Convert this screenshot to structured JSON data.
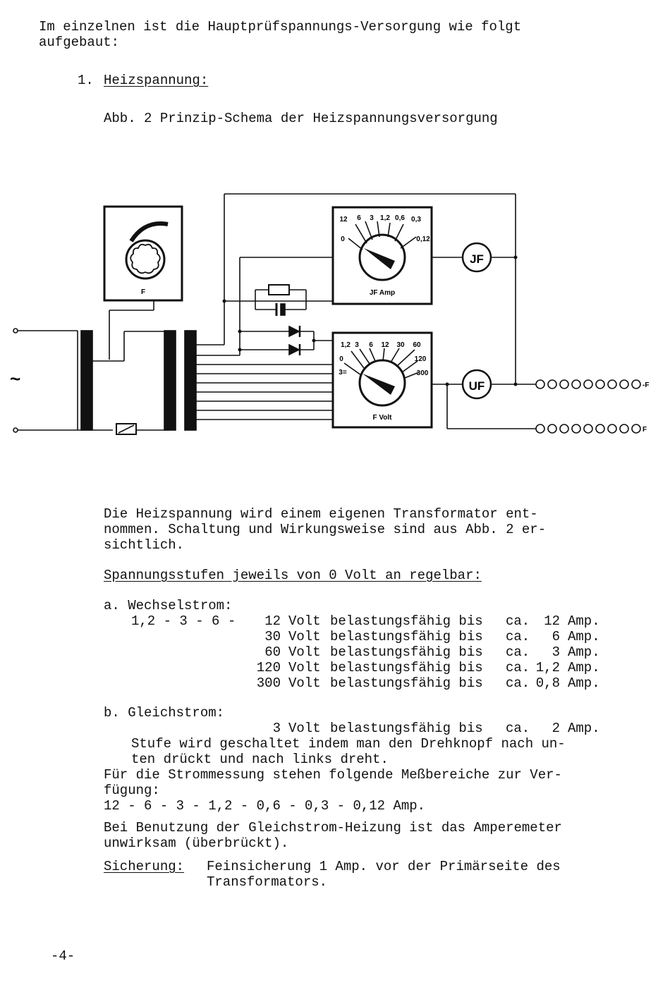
{
  "intro": [
    "Im einzelnen ist die Hauptprüfspannungs-Versorgung wie folgt",
    "aufgebaut:"
  ],
  "section": {
    "number": "1.",
    "title": "Heizspannung:"
  },
  "figure_caption": "Abb. 2 Prinzip-Schema der Heizspannungsversorgung",
  "diagram": {
    "knob_label": "F",
    "amp_selector_ticks": [
      "12",
      "6",
      "3",
      "1,2",
      "0,6",
      "0,3",
      "0,12",
      "0"
    ],
    "amp_selector_label": "JF Amp",
    "volt_selector_ticks": [
      "1,2",
      "3",
      "6",
      "12",
      "30",
      "60",
      "120",
      "300",
      "0",
      "3="
    ],
    "volt_selector_label": "F Volt",
    "ammeter_symbol": "JF",
    "voltmeter_symbol": "UF",
    "ac_symbol": "~",
    "output_minus_label": "-F",
    "output_plus_label": "F"
  },
  "paragraph1": [
    "Die Heizspannung wird einem eigenen Transformator ent-",
    "nommen. Schaltung und Wirkungsweise sind aus Abb. 2 er-",
    "sichtlich."
  ],
  "steps_heading": "Spannungsstufen jeweils von 0 Volt an regelbar:",
  "ac": {
    "label": "a. Wechselstrom:",
    "rows": [
      {
        "prefix": "1,2 - 3 - 6 -",
        "volt": "12",
        "unit": "Volt",
        "desc": "belastungsfähig bis",
        "ca": "ca.",
        "amp": "12",
        "amp_unit": "Amp."
      },
      {
        "prefix": "",
        "volt": "30",
        "unit": "Volt",
        "desc": "belastungsfähig bis",
        "ca": "ca.",
        "amp": "6",
        "amp_unit": "Amp."
      },
      {
        "prefix": "",
        "volt": "60",
        "unit": "Volt",
        "desc": "belastungsfähig bis",
        "ca": "ca.",
        "amp": "3",
        "amp_unit": "Amp."
      },
      {
        "prefix": "",
        "volt": "120",
        "unit": "Volt",
        "desc": "belastungsfähig bis",
        "ca": "ca.",
        "amp": "1,2",
        "amp_unit": "Amp."
      },
      {
        "prefix": "",
        "volt": "300",
        "unit": "Volt",
        "desc": "belastungsfähig bis",
        "ca": "ca.",
        "amp": "0,8",
        "amp_unit": "Amp."
      }
    ]
  },
  "dc": {
    "label": "b. Gleichstrom:",
    "row": {
      "volt": "3",
      "unit": "Volt",
      "desc": "belastungsfähig bis",
      "ca": "ca.",
      "amp": "2",
      "amp_unit": "Amp."
    },
    "note": [
      "Stufe wird geschaltet indem man den Drehknopf nach un-",
      "ten drückt und nach links dreht."
    ]
  },
  "measurement": [
    "Für die Strommessung stehen folgende Meßbereiche zur Ver-",
    "fügung:",
    "12 - 6 - 3 - 1,2 - 0,6 - 0,3 - 0,12 Amp."
  ],
  "dc_note": [
    "Bei Benutzung der Gleichstrom-Heizung ist das Amperemeter",
    "unwirksam (überbrückt)."
  ],
  "fuse": {
    "label": "Sicherung:",
    "text": [
      "Feinsicherung 1 Amp. vor der Primärseite des",
      "Transformators."
    ]
  },
  "page_number": "-4-"
}
